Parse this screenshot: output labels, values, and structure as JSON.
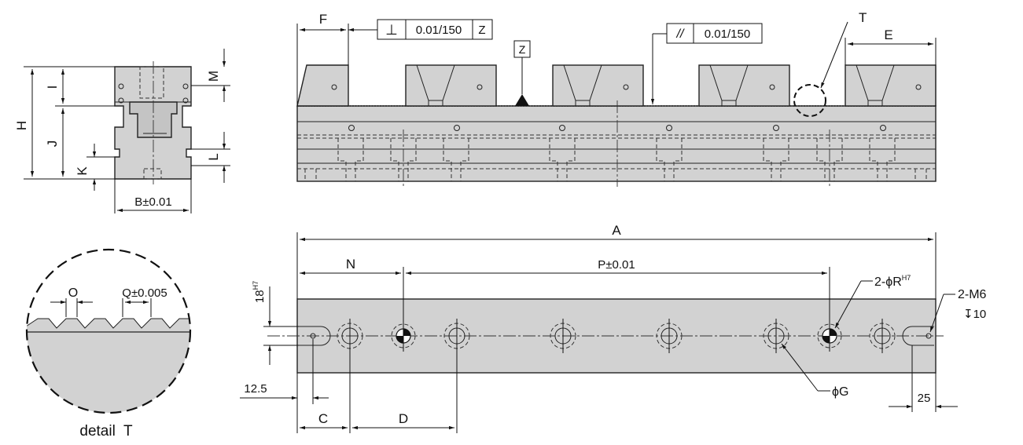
{
  "dimensions": {
    "F": "F",
    "E": "E",
    "T": "T",
    "Z": "Z",
    "H": "H",
    "I": "I",
    "J": "J",
    "K": "K",
    "M": "M",
    "L": "L",
    "B": "B±0.01",
    "A": "A",
    "N": "N",
    "P": "P±0.01",
    "C": "C",
    "D": "D",
    "G": "ϕG",
    "O": "O",
    "Q": "Q±0.005",
    "width18": "18",
    "width18_tol": "H7",
    "offset12": "12.5",
    "offset25": "25"
  },
  "tolerances": {
    "perpendicularity_symbol": "⊥",
    "perpendicularity_value": "0.01/150",
    "perpendicularity_datum": "Z",
    "parallelism_symbol": "//",
    "parallelism_value": "0.01/150"
  },
  "callouts": {
    "pin_holes": "2-ϕR",
    "pin_holes_tol": "H7",
    "tapped_holes": "2-M6",
    "tapped_depth": "↧10"
  },
  "detail": {
    "label": "detail  T"
  }
}
